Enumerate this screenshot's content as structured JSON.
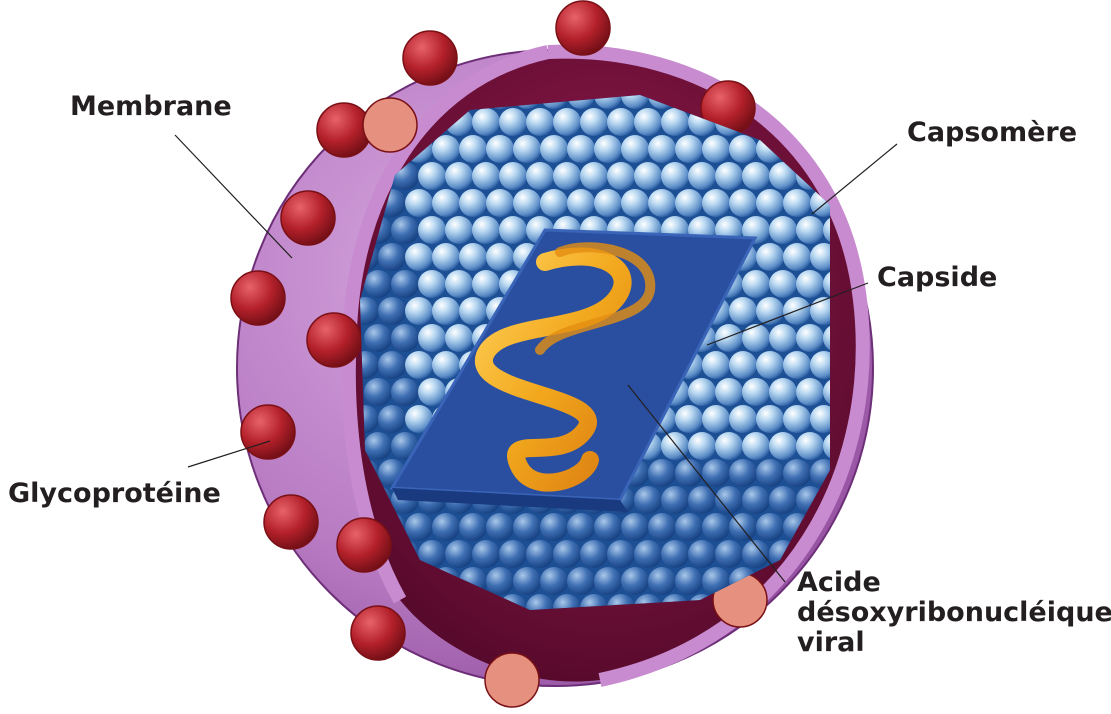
{
  "labels": {
    "membrane": "Membrane",
    "glycoproteine": "Glycoprotéine",
    "capsomere": "Capsomère",
    "capside": "Capside",
    "adn_line1": "Acide",
    "adn_line2": "désoxyribonucléique",
    "adn_line3": "viral"
  },
  "colors": {
    "membrane": "#b77ac2",
    "membrane_dark": "#8a4596",
    "interior": "#7a0f3e",
    "glycoprotein": "#b3202a",
    "glycoprotein_cut": "#e6917f",
    "capsomere": "#9ec7e8",
    "capsomere_dark": "#1d4f95",
    "dna_panel": "#2a4fa0",
    "dna_ribbon": "#f2a81d"
  }
}
